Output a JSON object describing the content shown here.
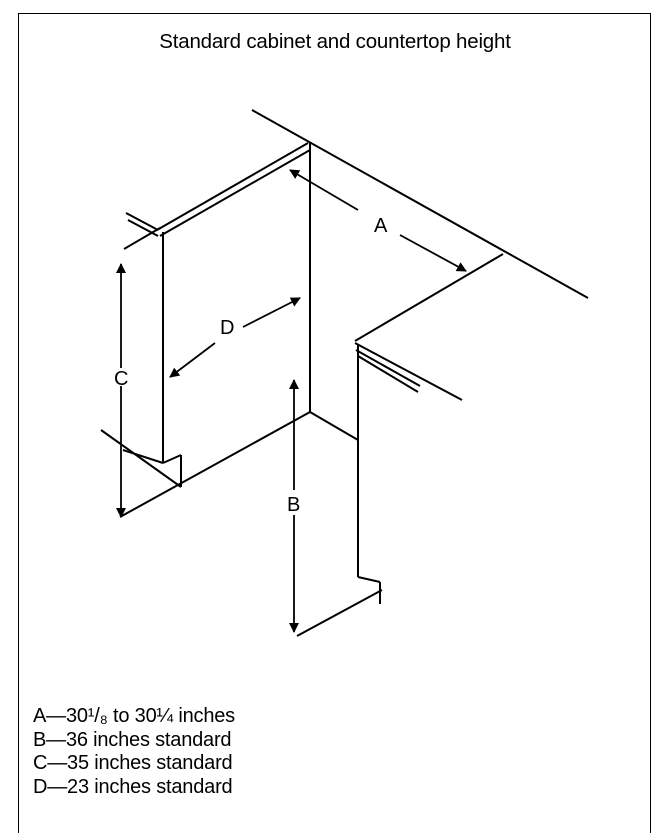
{
  "title": "Standard cabinet and countertop height",
  "labels": {
    "a": "A",
    "b": "B",
    "c": "C",
    "d": "D"
  },
  "legend": [
    "A—30¹/₈ to 30¼ inches",
    "B—36 inches standard",
    "C—35 inches standard",
    "D—23 inches standard"
  ]
}
